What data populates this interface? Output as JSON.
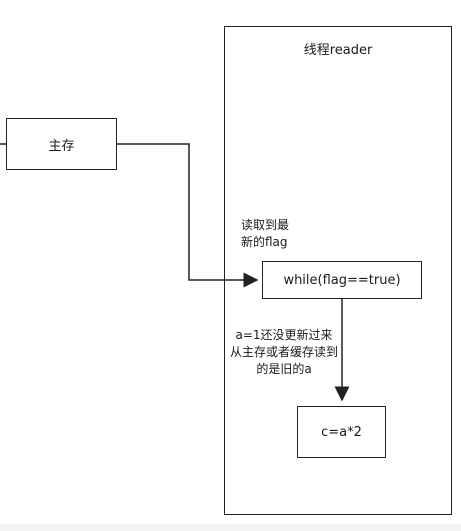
{
  "diagram": {
    "thread_title": "线程reader",
    "main_memory_label": "主存",
    "while_label": "while(flag==true)",
    "calc_label": "c=a*2",
    "read_note_lines": [
      "读取到最",
      "新的flag"
    ],
    "stale_note_lines": [
      "a=1还没更新过来",
      "从主存或者缓存读到",
      "的是旧的a"
    ]
  },
  "colors": {
    "stroke": "#222222",
    "background": "#ffffff",
    "text": "#1a1a1a"
  }
}
